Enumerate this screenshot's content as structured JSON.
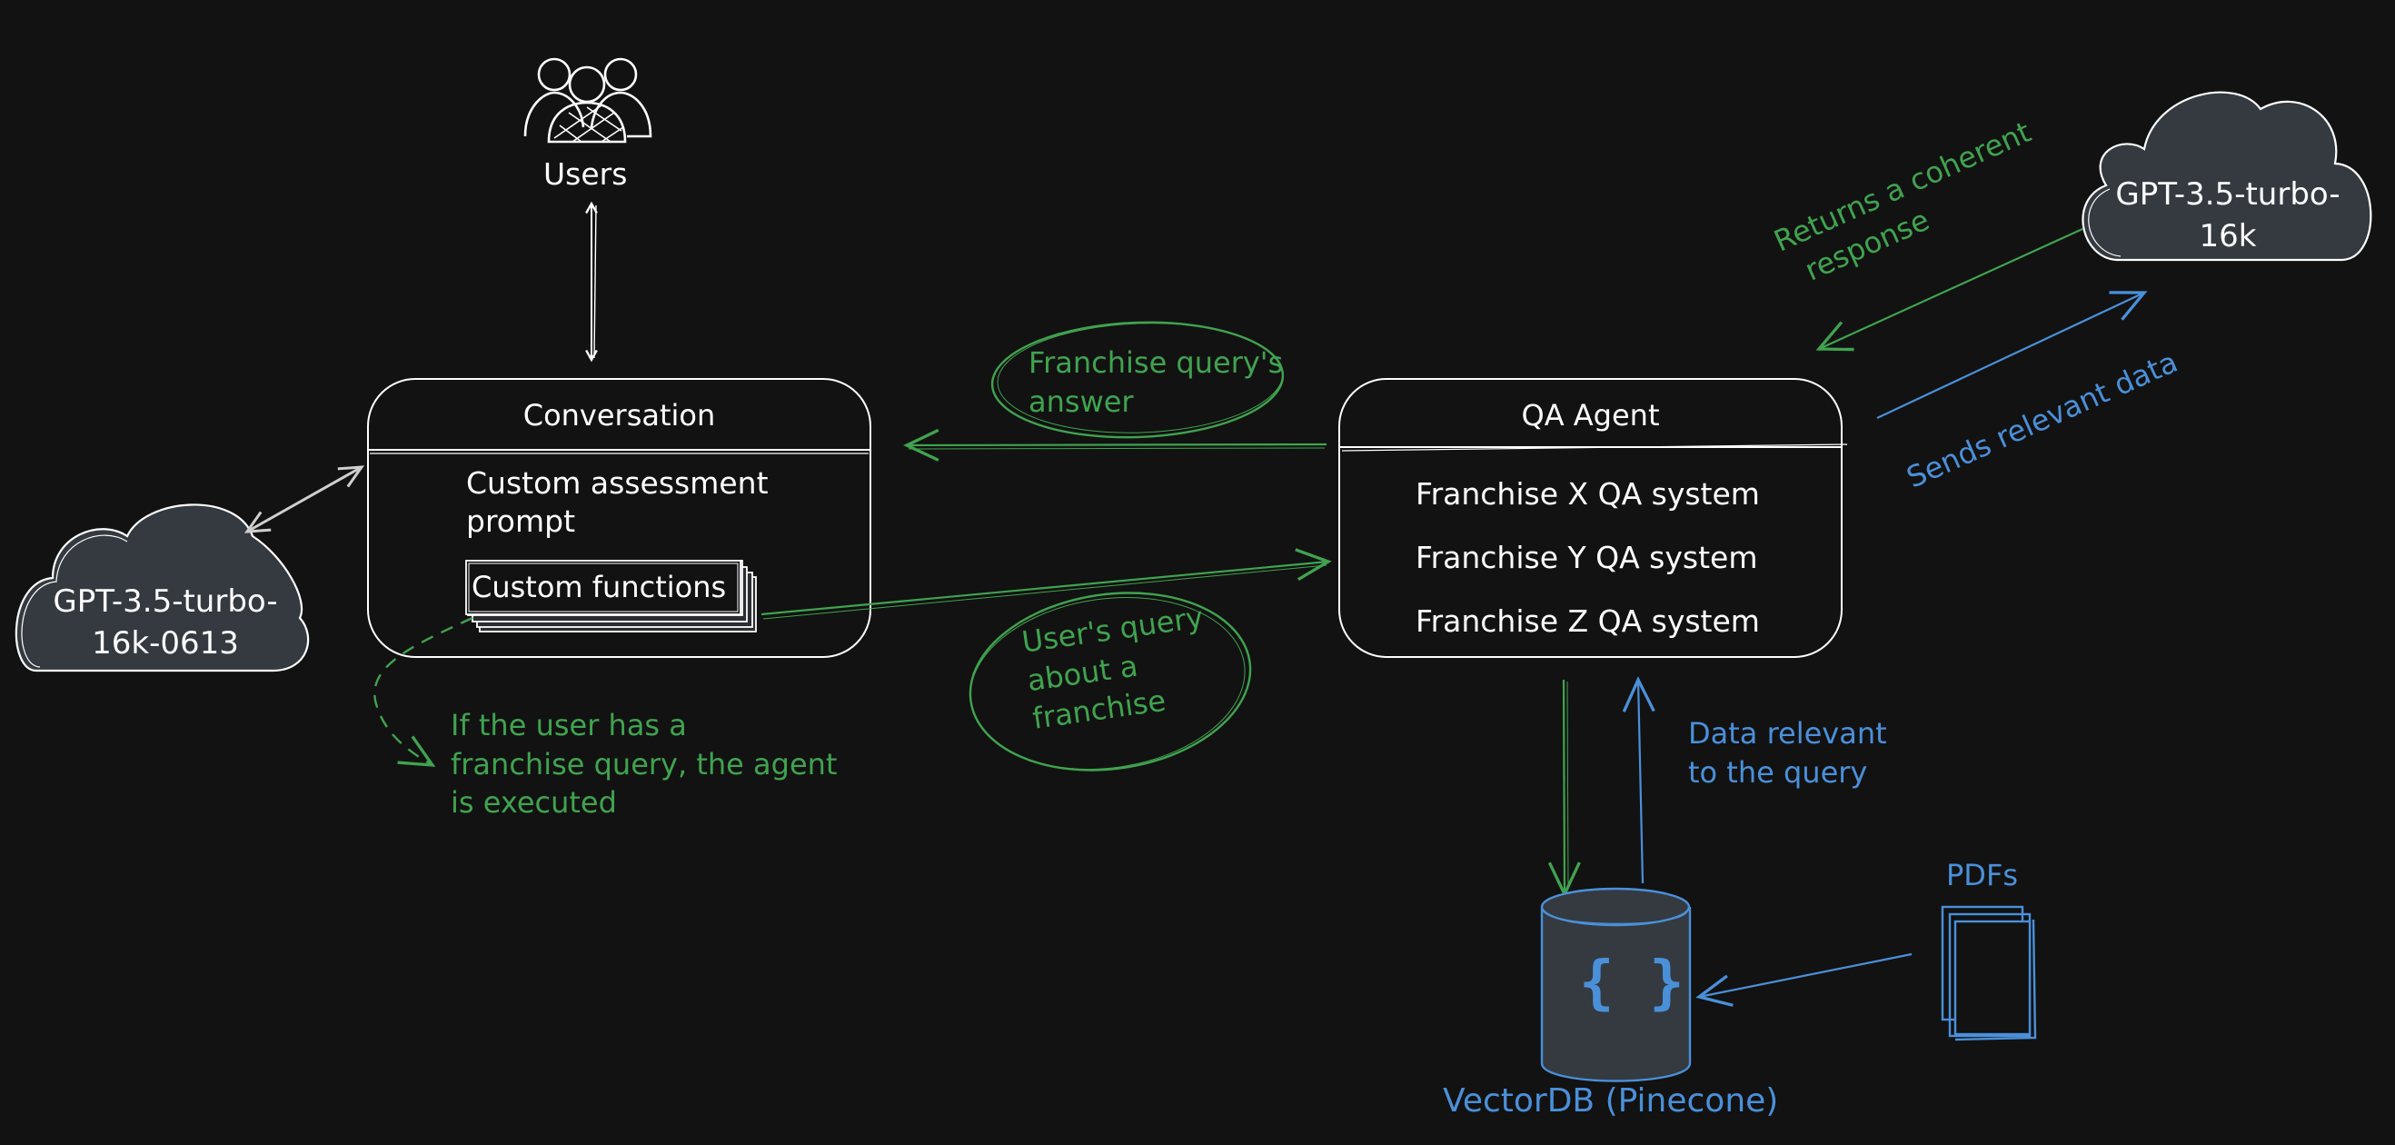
{
  "nodes": {
    "users": {
      "label": "Users",
      "icon": "users-icon"
    },
    "conversation": {
      "title": "Conversation",
      "prompt_line1": "Custom assessment",
      "prompt_line2": "prompt",
      "functions": "Custom functions"
    },
    "qa_agent": {
      "title": "QA Agent",
      "systems": [
        "Franchise X QA system",
        "Franchise Y QA system",
        "Franchise Z QA system"
      ]
    },
    "gpt_left": {
      "line1": "GPT-3.5-turbo-",
      "line2": "16k-0613"
    },
    "gpt_right": {
      "line1": "GPT-3.5-turbo-",
      "line2": "16k"
    },
    "vectordb": {
      "label": "VectorDB (Pinecone)",
      "icon_text": "{ }"
    },
    "pdfs": {
      "label": "PDFs",
      "icon": "documents-icon"
    }
  },
  "annotations": {
    "franchise_answer": [
      "Franchise query's",
      "answer"
    ],
    "users_query": [
      "User's query",
      "about a",
      "franchise"
    ],
    "agent_executed": [
      "If the user has a",
      "franchise query, the agent",
      "is executed"
    ],
    "returns_response": [
      "Returns a coherent",
      "response"
    ],
    "sends_data": "Sends relevant data",
    "data_relevant": [
      "Data relevant",
      "to the query"
    ]
  },
  "colors": {
    "background": "#121212",
    "stroke": "#ffffff",
    "green": "#40a34f",
    "blue": "#4a90d9",
    "cloud_fill": "#343a40"
  }
}
